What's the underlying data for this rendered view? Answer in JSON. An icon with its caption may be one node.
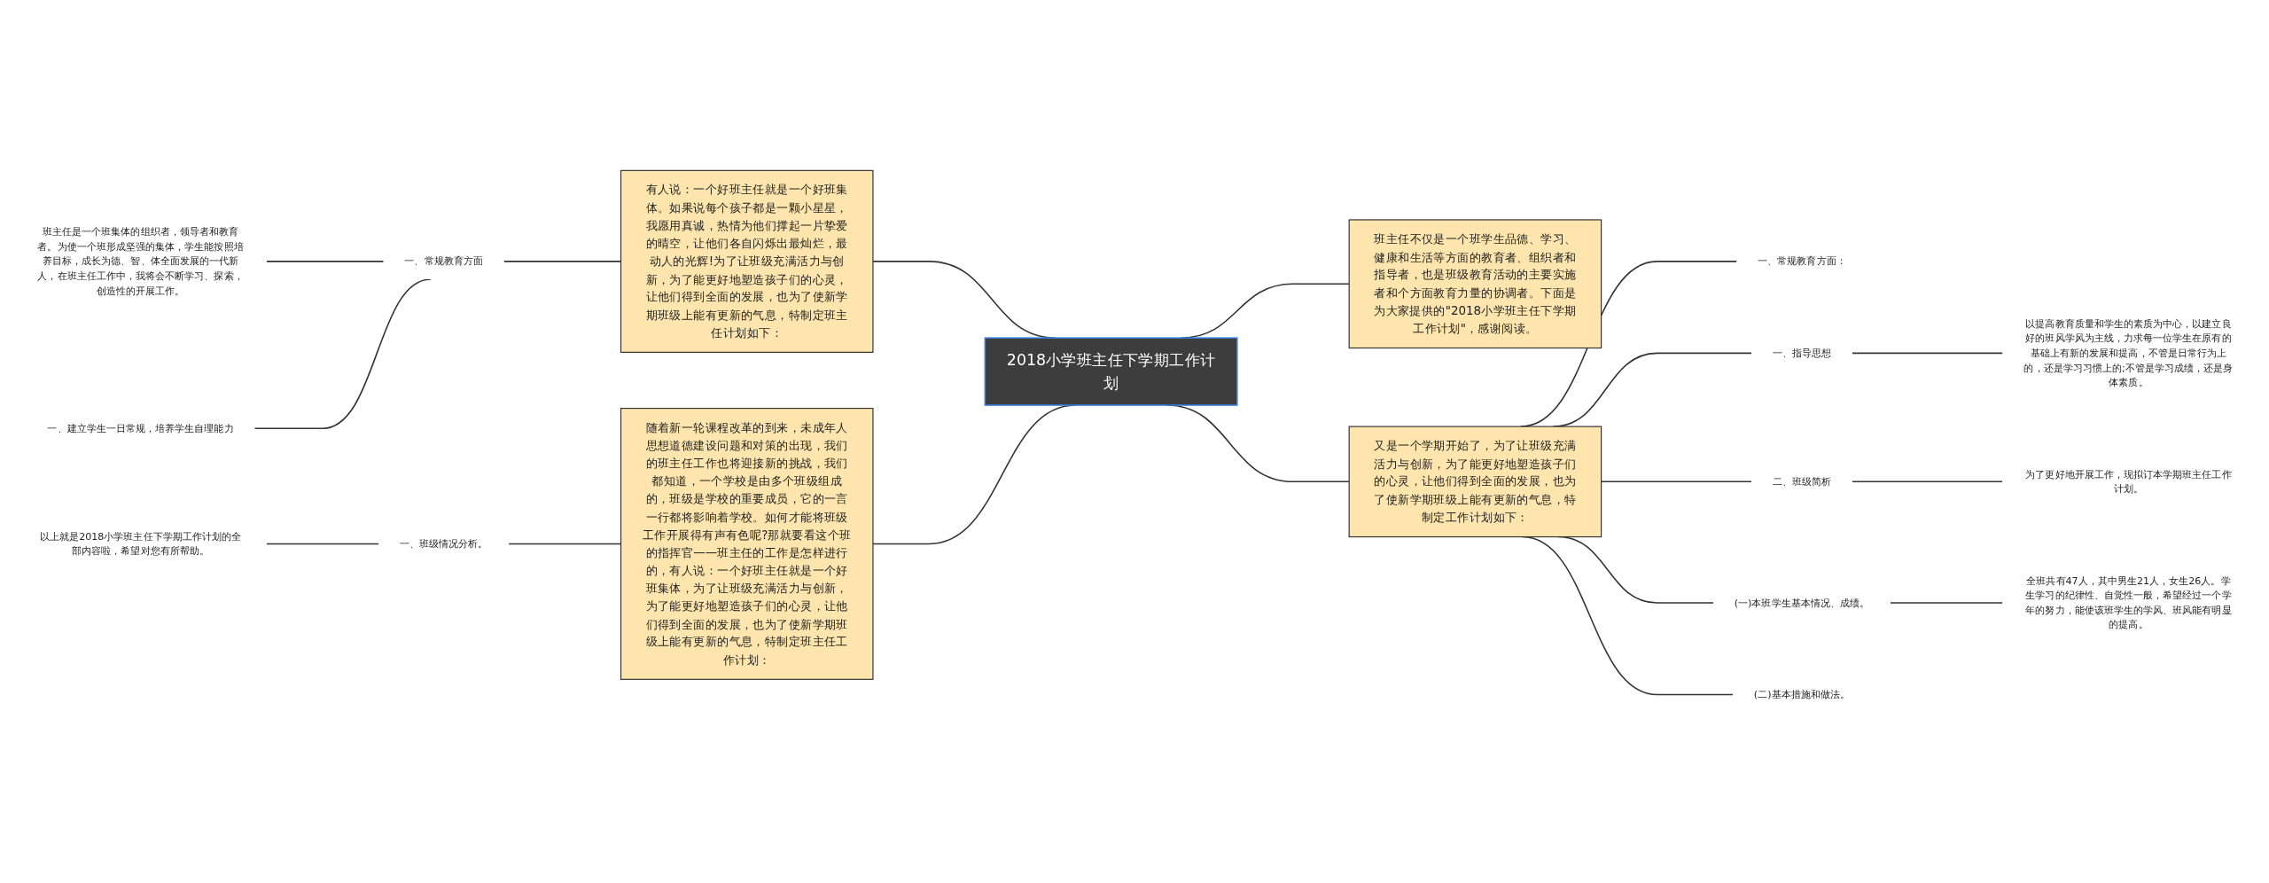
{
  "diagram": {
    "nodes": [
      {
        "text": [
          "2018小学班主任下学期工作计划"
        ]
      },
      {
        "text": [
          "有人说：一个好班主任就是一个好班集体。如果说每个孩子都是一颗小星星，我愿用真诚，热情为他们撑起一片挚爱的晴空，让他们各自闪烁出最灿烂，最动人的光辉!为了让班级充满活力与创新，为了能更好地塑造孩子们的心灵，让他们得到全面的发展，也为了使新学期班级上能有更新的气息，特制定班主任计划如下："
        ]
      },
      {
        "text": [
          "一、常规教育方面"
        ]
      },
      {
        "text": [
          "班主任是一个班集体的组织者，领导者和教育者。为使一个班形成坚强的集体，学生能按照培养目标，成长为德、智、体全面发展的一代新人，在班主任工作中，我将会不断学习、探索，创造性的开展工作。"
        ]
      },
      {
        "text": [
          "一、建立学生一日常规，培养学生自理能力"
        ]
      },
      {
        "text": [
          "随着新一轮课程改革的到来，未成年人思想道德建设问题和对策的出现，我们的班主任工作也将迎接新的挑战，我们都知道，一个学校是由多个班级组成的，班级是学校的重要成员，它的一言一行都将影响着学校。如何才能将班级工作开展得有声有色呢?那就要看这个班的指挥官——班主任的工作是怎样进行的，有人说：一个好班主任就是一个好班集体，为了让班级充满活力与创新，为了能更好地塑造孩子们的心灵，让他们得到全面的发展，也为了使新学期班级上能有更新的气息，特制定班主任工作计划："
        ]
      },
      {
        "text": [
          "一、班级情况分析。"
        ]
      },
      {
        "text": [
          "以上就是2018小学班主任下学期工作计划的全部内容啦，希望对您有所帮助。"
        ]
      },
      {
        "text": [
          "班主任不仅是一个班学生品德、学习、健康和生活等方面的教育者、组织者和指导者，也是班级教育活动的主要实施者和个方面教育力量的协调者。下面是为大家提供的\"2018小学班主任下学期工作计划\"，感谢阅读。"
        ]
      },
      {
        "text": [
          "又是一个学期开始了，为了让班级充满活力与创新，为了能更好地塑造孩子们的心灵，让他们得到全面的发展，也为了使新学期班级上能有更新的气息，特制定工作计划如下："
        ]
      },
      {
        "text": [
          "一、常规教育方面："
        ]
      },
      {
        "text": [
          "一、指导思想"
        ]
      },
      {
        "text": [
          "以提高教育质量和学生的素质为中心，以建立良好的班风学风为主线，力求每一位学生在原有的基础上有新的发展和提高，不管是日常行为上的，还是学习习惯上的;不管是学习成绩，还是身体素质。"
        ]
      },
      {
        "text": [
          "二、班级简析"
        ]
      },
      {
        "text": [
          "为了更好地开展工作，现拟订本学期班主任工作计划。"
        ]
      },
      {
        "text": [
          "(一)本班学生基本情况、成绩。"
        ]
      },
      {
        "text": [
          "全班共有47人，其中男生21人，女生26人。学生学习的纪律性、自觉性一般，希望经过一个学年的努力，能使该班学生的学风、班风能有明显的提高。"
        ]
      },
      {
        "text": [
          "(二)基本措施和做法。"
        ]
      }
    ],
    "edges": [
      {
        "from": 1,
        "to": 0,
        "arrow": "none"
      },
      {
        "from": 2,
        "to": 1,
        "arrow": "none"
      },
      {
        "from": 3,
        "to": 2,
        "arrow": "none"
      },
      {
        "from": 4,
        "to": 2,
        "arrow": "none"
      },
      {
        "from": 5,
        "to": 0,
        "arrow": "none"
      },
      {
        "from": 6,
        "to": 5,
        "arrow": "none"
      },
      {
        "from": 7,
        "to": 6,
        "arrow": "none"
      },
      {
        "from": 0,
        "to": 8,
        "arrow": "none"
      },
      {
        "from": 0,
        "to": 9,
        "arrow": "none"
      },
      {
        "from": 9,
        "to": 10,
        "arrow": "none"
      },
      {
        "from": 9,
        "to": 11,
        "arrow": "none"
      },
      {
        "from": 11,
        "to": 12,
        "arrow": "none"
      },
      {
        "from": 9,
        "to": 13,
        "arrow": "none"
      },
      {
        "from": 13,
        "to": 14,
        "arrow": "none"
      },
      {
        "from": 9,
        "to": 15,
        "arrow": "none"
      },
      {
        "from": 15,
        "to": 16,
        "arrow": "none"
      },
      {
        "from": 9,
        "to": 17,
        "arrow": "none"
      }
    ]
  }
}
